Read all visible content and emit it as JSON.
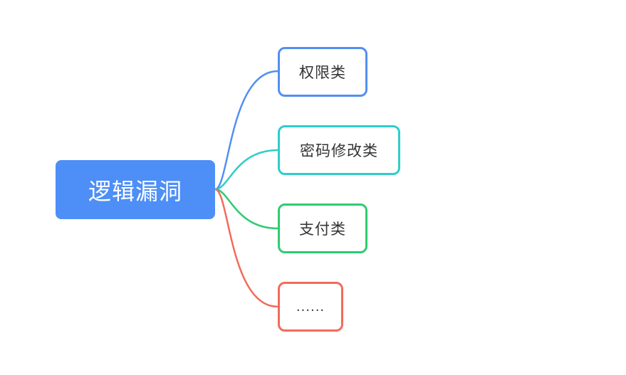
{
  "root": {
    "label": "逻辑漏洞",
    "color": "#4d8ff7"
  },
  "branches": [
    {
      "label": "权限类",
      "color": "#5290f2"
    },
    {
      "label": "密码修改类",
      "color": "#2fcdc9"
    },
    {
      "label": "支付类",
      "color": "#2ecc71"
    },
    {
      "label": "......",
      "color": "#f26b5b"
    }
  ]
}
